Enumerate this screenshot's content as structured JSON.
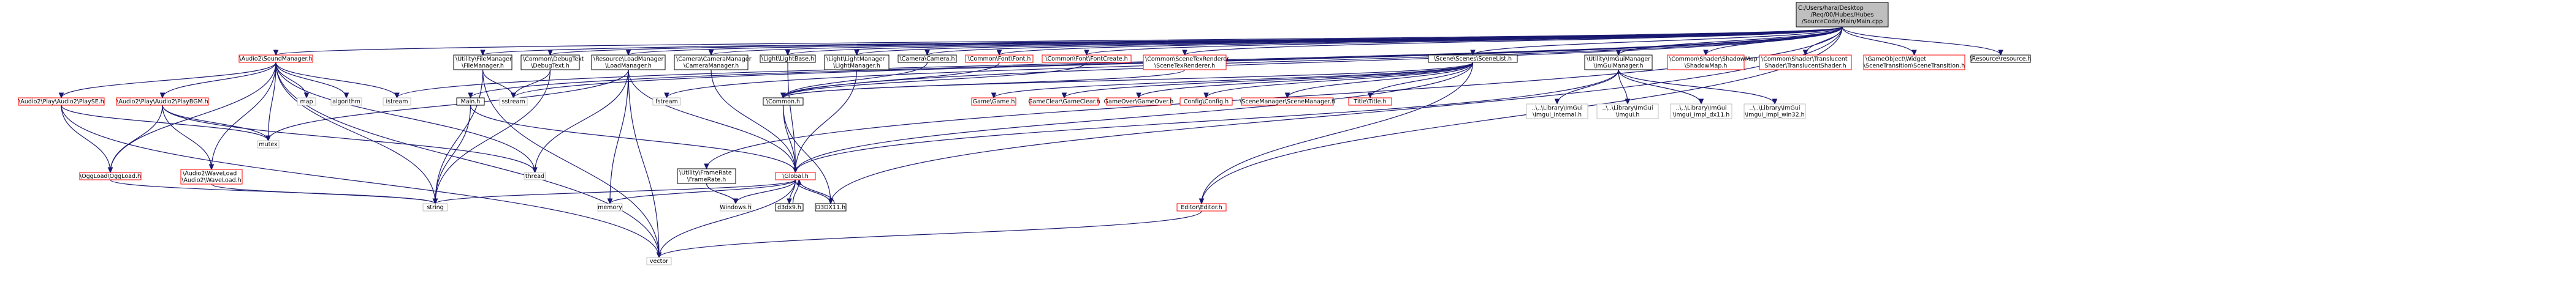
{
  "root": {
    "lines": [
      "C:/Users/hara/Desktop",
      "/Req/00/Hubes/Hubes",
      "/SourceCode/Main/Main.cpp"
    ]
  },
  "nodes": {
    "sound_manager": {
      "lines": [
        "\\Audio2\\SoundManager.h"
      ]
    },
    "file_manager": {
      "lines": [
        "\\Utility\\FileManager",
        "\\FileManager.h"
      ]
    },
    "debug_text": {
      "lines": [
        "\\Common\\DebugText",
        "\\DebugText.h"
      ]
    },
    "load_manager": {
      "lines": [
        "\\Resource\\LoadManager",
        "\\LoadManager.h"
      ]
    },
    "camera_manager": {
      "lines": [
        "\\Camera\\CameraManager",
        "\\CameraManager.h"
      ]
    },
    "light_base": {
      "lines": [
        "\\Light\\LightBase.h"
      ]
    },
    "light_manager": {
      "lines": [
        "\\Light\\LightManager",
        "\\LightManager.h"
      ]
    },
    "camera": {
      "lines": [
        "\\Camera\\Camera.h"
      ]
    },
    "font": {
      "lines": [
        "\\Common\\Font\\Font.h"
      ]
    },
    "font_create": {
      "lines": [
        "\\Common\\Font\\FontCreate.h"
      ]
    },
    "scene_tex_renderer": {
      "lines": [
        "\\Common\\SceneTexRenderer",
        "\\SceneTexRenderer.h"
      ]
    },
    "scene_list": {
      "lines": [
        "\\Scene\\Scenes\\SceneList.h"
      ]
    },
    "imgui_manager": {
      "lines": [
        "\\Utility\\ImGuiManager",
        "\\ImGuiManager.h"
      ]
    },
    "shadow_map": {
      "lines": [
        "\\Common\\Shader\\ShadowMap",
        "\\ShadowMap.h"
      ]
    },
    "shader_translucent": {
      "lines": [
        "\\Common\\Shader\\Translucent",
        "Shader\\TranslucentShader.h"
      ]
    },
    "scene_transition": {
      "lines": [
        "\\GameObject\\Widget",
        "\\SceneTransition\\SceneTransition.h"
      ]
    },
    "resource": {
      "lines": [
        "\\Resource\\resource.h"
      ]
    },
    "play_se": {
      "lines": [
        "\\Audio2\\Play\\Audio2\\PlaySE.h"
      ]
    },
    "play_bgm": {
      "lines": [
        "\\Audio2\\Play\\Audio2\\PlayBGM.h"
      ]
    },
    "map": {
      "lines": [
        "map"
      ]
    },
    "algorithm": {
      "lines": [
        "algorithm"
      ]
    },
    "istream": {
      "lines": [
        "istream"
      ]
    },
    "main_h": {
      "lines": [
        "Main.h"
      ]
    },
    "sstream": {
      "lines": [
        "sstream"
      ]
    },
    "fstream": {
      "lines": [
        "fstream"
      ]
    },
    "common_h": {
      "lines": [
        "\\Common.h"
      ]
    },
    "game": {
      "lines": [
        "Game\\Game.h"
      ]
    },
    "game_clear": {
      "lines": [
        "GameClear\\GameClear.h"
      ]
    },
    "game_over": {
      "lines": [
        "GameOver\\GameOver.h"
      ]
    },
    "config": {
      "lines": [
        "Config\\Config.h"
      ]
    },
    "scene_manager": {
      "lines": [
        "\\SceneManager\\SceneManager.h"
      ]
    },
    "title": {
      "lines": [
        "Title\\Title.h"
      ]
    },
    "imgui_internal": {
      "lines": [
        "..\\..\\Library\\ImGui",
        "\\imgui_internal.h"
      ]
    },
    "imgui_h": {
      "lines": [
        "..\\..\\Library\\ImGui",
        "\\imgui.h"
      ]
    },
    "imgui_dx11": {
      "lines": [
        "..\\..\\Library\\ImGui",
        "\\imgui_impl_dx11.h"
      ]
    },
    "imgui_win32": {
      "lines": [
        "..\\..\\Library\\ImGui",
        "\\imgui_impl_win32.h"
      ]
    },
    "mutex": {
      "lines": [
        "mutex"
      ]
    },
    "ogg_load": {
      "lines": [
        "\\OggLoad\\OggLoad.h"
      ]
    },
    "wave_load": {
      "lines": [
        "\\Audio2\\WaveLoad",
        "\\Audio2\\WaveLoad.h"
      ]
    },
    "thread": {
      "lines": [
        "thread"
      ]
    },
    "frame_rate": {
      "lines": [
        "\\Utility\\FrameRate",
        "\\FrameRate.h"
      ]
    },
    "global": {
      "lines": [
        "\\Global.h"
      ]
    },
    "memory": {
      "lines": [
        "memory"
      ]
    },
    "windows": {
      "lines": [
        "Windows.h"
      ]
    },
    "d3dx9": {
      "lines": [
        "d3dx9.h"
      ]
    },
    "d3dx11": {
      "lines": [
        "D3DX11.h"
      ]
    },
    "editor": {
      "lines": [
        "Editor\\Editor.h"
      ]
    },
    "string": {
      "lines": [
        "string"
      ]
    },
    "vector": {
      "lines": [
        "vector"
      ]
    }
  }
}
